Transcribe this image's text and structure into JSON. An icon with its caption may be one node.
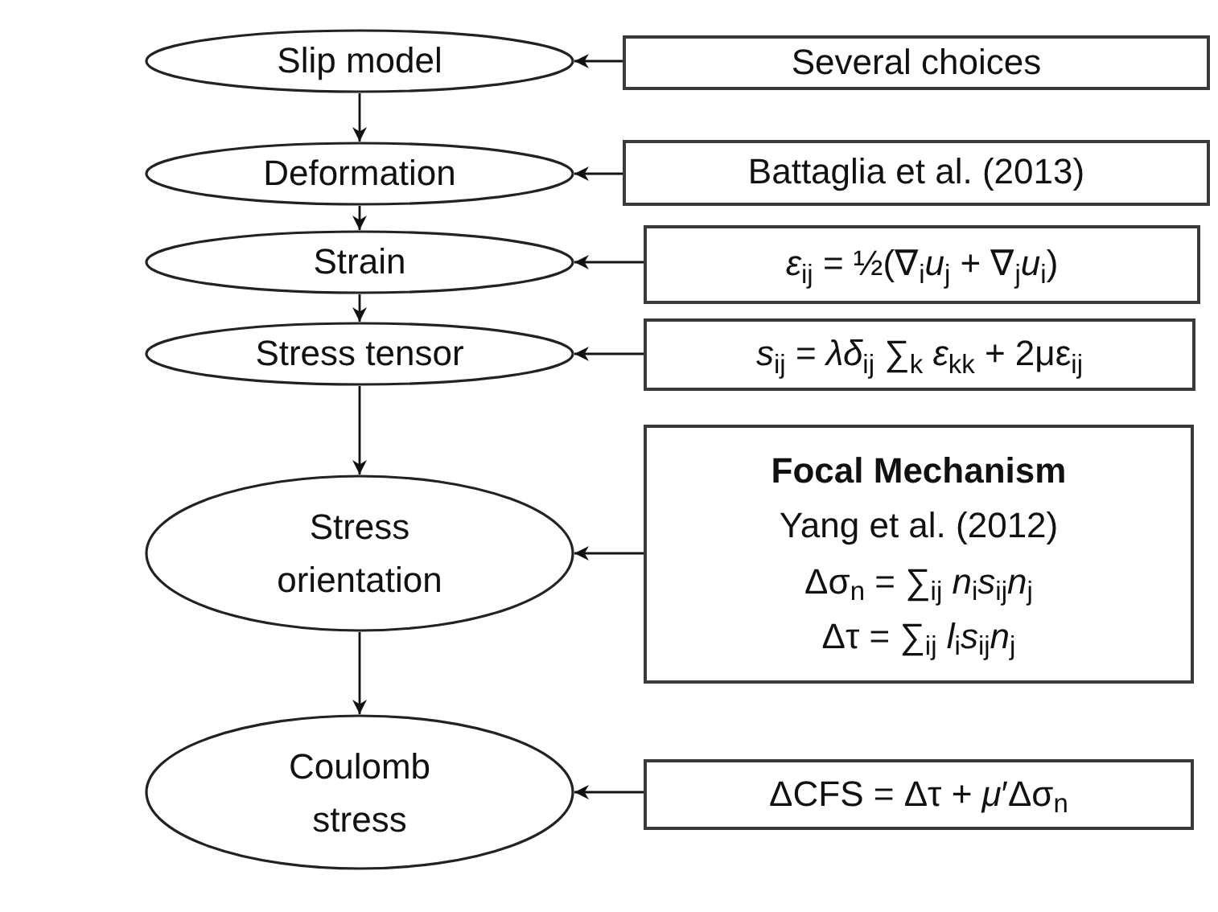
{
  "diagram": {
    "nodes": [
      {
        "text": [
          "Slip model"
        ]
      },
      {
        "text": [
          "Several choices"
        ]
      },
      {
        "text": [
          "Deformation"
        ]
      },
      {
        "text": [
          "Battaglia et al. (2013)"
        ]
      },
      {
        "text": [
          "Strain"
        ]
      },
      {
        "text": [
          "*ε*$_{ij}$ = ½(∇$_{i}$*u*$_{j}$ + ∇$_{j}$*u*$_{i}$)"
        ]
      },
      {
        "text": [
          "Stress tensor"
        ]
      },
      {
        "text": [
          "*s*$_{ij}$ = *λδ*$_{ij}$ ∑$_{k}$ *ε*$_{kk}$ + 2με$_{ij}$"
        ]
      },
      {
        "text": [
          "Stress orientation"
        ]
      },
      {
        "text": [
          "Focal Mechanism",
          "Yang et al. (2012)",
          "Δσ$_{n}$ = ∑$_{ij}$ *n*$_{i}$*s*$_{ij}$*n*$_{j}$",
          "Δτ = ∑$_{ij}$ *l*$_{i}$*s*$_{ij}$*n*$_{j}$"
        ]
      },
      {
        "text": [
          "Coulomb stress"
        ]
      },
      {
        "text": [
          "ΔCFS = Δτ + *μ*′Δσ$_{n}$"
        ]
      }
    ],
    "edges": [
      {
        "from": 0,
        "to": 2,
        "arrow": "to"
      },
      {
        "from": 2,
        "to": 4,
        "arrow": "to"
      },
      {
        "from": 4,
        "to": 6,
        "arrow": "to"
      },
      {
        "from": 6,
        "to": 8,
        "arrow": "to"
      },
      {
        "from": 8,
        "to": 10,
        "arrow": "to"
      },
      {
        "from": 1,
        "to": 0,
        "arrow": "to"
      },
      {
        "from": 3,
        "to": 2,
        "arrow": "to"
      },
      {
        "from": 5,
        "to": 4,
        "arrow": "to"
      },
      {
        "from": 7,
        "to": 6,
        "arrow": "to"
      },
      {
        "from": 9,
        "to": 8,
        "arrow": "to"
      },
      {
        "from": 11,
        "to": 10,
        "arrow": "to"
      }
    ]
  }
}
